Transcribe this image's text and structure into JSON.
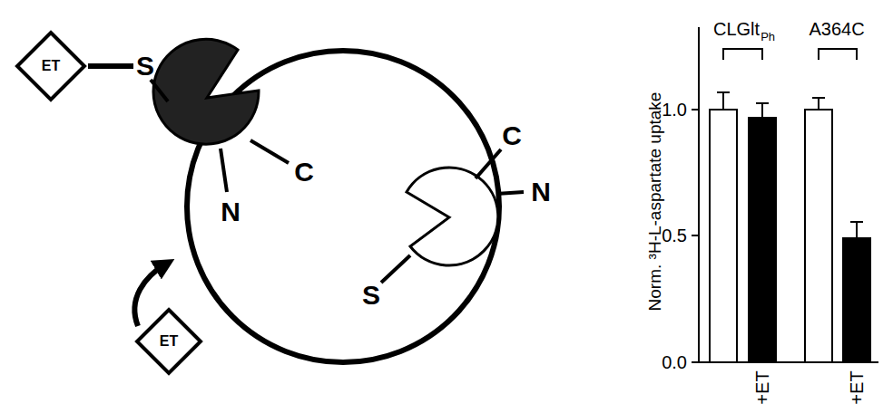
{
  "diagram": {
    "nodes": [
      {
        "text": [
          "ET"
        ]
      },
      {
        "text": [
          "ET"
        ]
      }
    ],
    "labels": [
      "S",
      "C",
      "N",
      "S",
      "C",
      "N",
      "CLGlt",
      "Ph",
      "A364C",
      "Norm. ³H-L-aspartate uptake",
      "1.0",
      "0.5",
      "0.0",
      "+ET",
      "+ET"
    ]
  }
}
